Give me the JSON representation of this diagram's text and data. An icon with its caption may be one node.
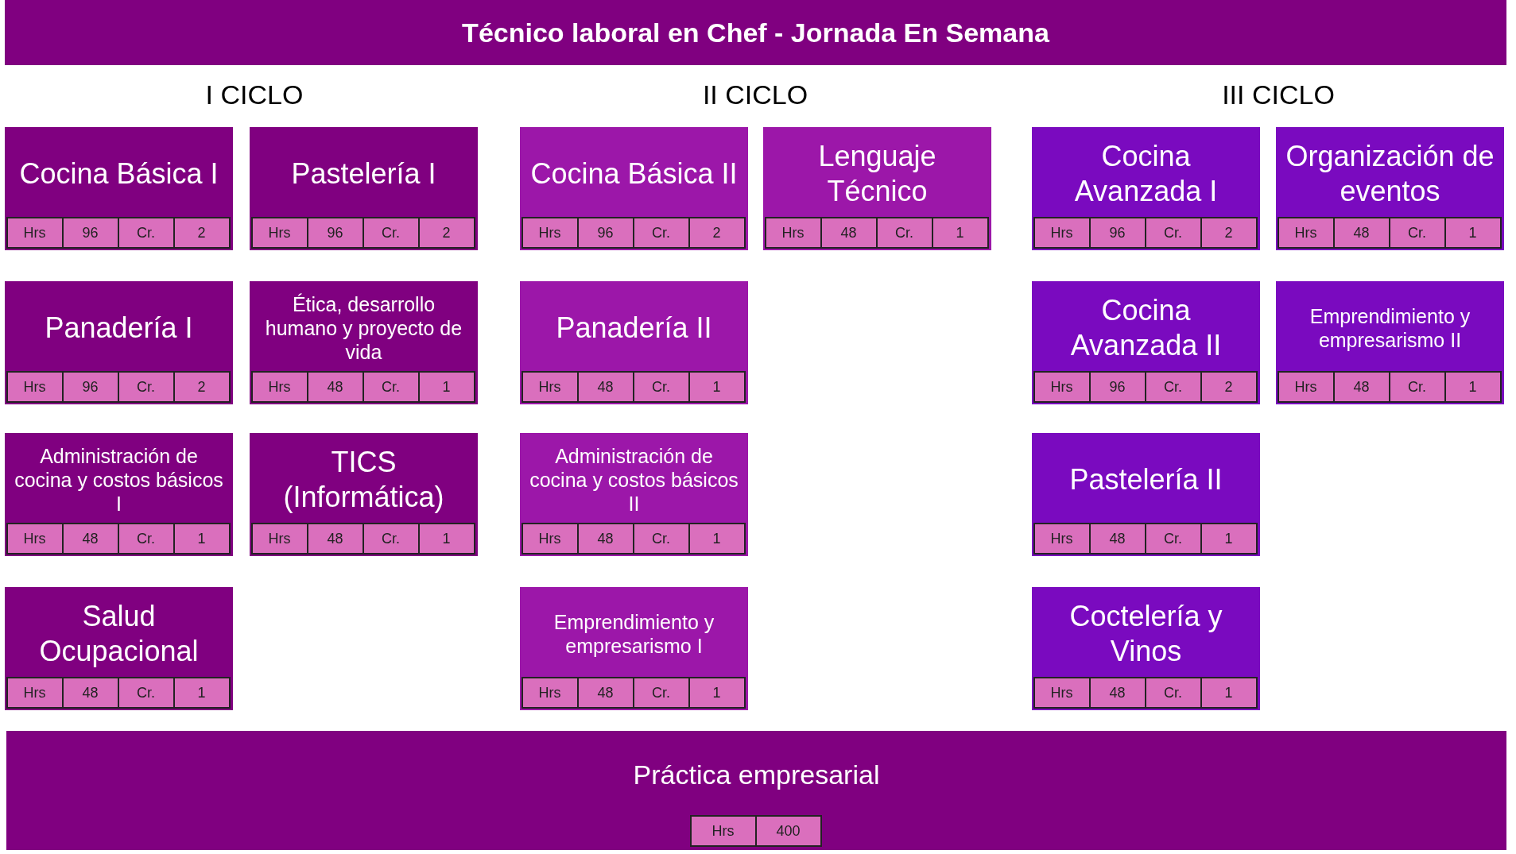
{
  "diagram": {
    "title": "Técnico laboral en Chef - Jornada En Semana",
    "nodes": [
      {
        "text": [
          "Cocina Básica I",
          "Hrs",
          "96",
          "Cr.",
          "2"
        ]
      },
      {
        "text": [
          "Pastelería I",
          "Hrs",
          "96",
          "Cr.",
          "2"
        ]
      },
      {
        "text": [
          "Panadería I",
          "Hrs",
          "96",
          "Cr.",
          "2"
        ]
      },
      {
        "text": [
          "Ética, desarrollo humano y proyecto de vida",
          "Hrs",
          "48",
          "Cr.",
          "1"
        ]
      },
      {
        "text": [
          "Administración de cocina y costos básicos I",
          "Hrs",
          "48",
          "Cr.",
          "1"
        ]
      },
      {
        "text": [
          "TICS (Informática)",
          "Hrs",
          "48",
          "Cr.",
          "1"
        ]
      },
      {
        "text": [
          "Salud Ocupacional",
          "Hrs",
          "48",
          "Cr.",
          "1"
        ]
      },
      {
        "text": [
          "Cocina Básica II",
          "Hrs",
          "96",
          "Cr.",
          "2"
        ]
      },
      {
        "text": [
          "Lenguaje Técnico",
          "Hrs",
          "48",
          "Cr.",
          "1"
        ]
      },
      {
        "text": [
          "Panadería II",
          "Hrs",
          "48",
          "Cr.",
          "1"
        ]
      },
      {
        "text": [
          "Administración de cocina y costos básicos II",
          "Hrs",
          "48",
          "Cr.",
          "1"
        ]
      },
      {
        "text": [
          "Emprendimiento y empresarismo I",
          "Hrs",
          "48",
          "Cr.",
          "1"
        ]
      },
      {
        "text": [
          "Cocina Avanzada I",
          "Hrs",
          "96",
          "Cr.",
          "2"
        ]
      },
      {
        "text": [
          "Organización de eventos",
          "Hrs",
          "48",
          "Cr.",
          "1"
        ]
      },
      {
        "text": [
          "Cocina Avanzada II",
          "Hrs",
          "96",
          "Cr.",
          "2"
        ]
      },
      {
        "text": [
          "Emprendimiento y empresarismo II",
          "Hrs",
          "48",
          "Cr.",
          "1"
        ]
      },
      {
        "text": [
          "Pastelería II",
          "Hrs",
          "48",
          "Cr.",
          "1"
        ]
      },
      {
        "text": [
          "Coctelería y Vinos",
          "Hrs",
          "48",
          "Cr.",
          "1"
        ]
      },
      {
        "text": [
          "Práctica empresarial",
          "Hrs",
          "400"
        ]
      }
    ],
    "labels": [
      "I CICLO",
      "II CICLO",
      "III CICLO"
    ]
  }
}
